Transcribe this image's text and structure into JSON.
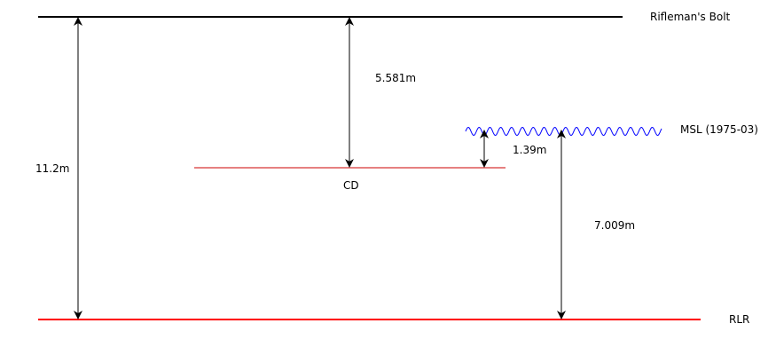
{
  "colors": {
    "datum_line": "#000000",
    "reference_line": "#ff0000",
    "cd_line": "#cc0000",
    "sea_wave": "#0000ff",
    "arrow": "#000000",
    "background": "#ffffff"
  },
  "datums": {
    "riflemans_bolt": "Rifleman's Bolt",
    "msl": "MSL (1975-03)",
    "cd": "CD",
    "rlr": "RLR"
  },
  "measurements": {
    "bolt_to_rlr": "11.2m",
    "bolt_to_cd": "5.581m",
    "msl_to_cd": "1.39m",
    "msl_to_rlr": "7.009m"
  }
}
